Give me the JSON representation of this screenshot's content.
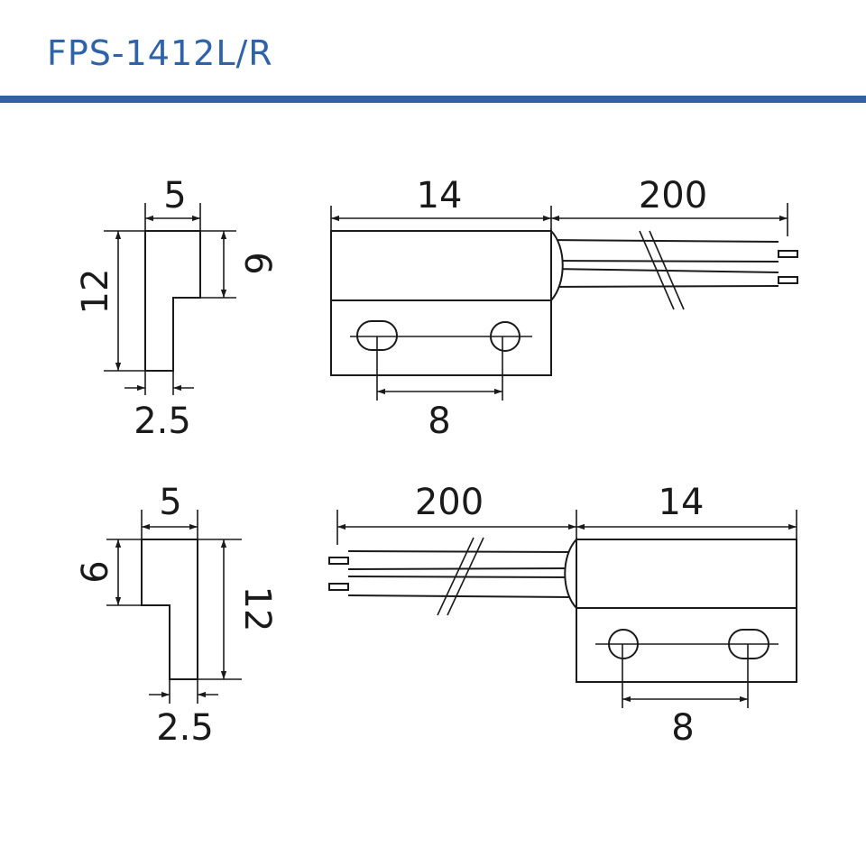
{
  "title": "FPS-1412L/R",
  "colors": {
    "accent": "#2e63a8",
    "line": "#1a1a1a"
  },
  "top": {
    "profile": {
      "width": "5",
      "height": "12",
      "step": "6",
      "thickness": "2.5"
    },
    "body": {
      "length": "14",
      "lead": "200",
      "hole_pitch": "8"
    }
  },
  "bottom": {
    "profile": {
      "width": "5",
      "height": "12",
      "step": "6",
      "thickness": "2.5"
    },
    "body": {
      "length": "14",
      "lead": "200",
      "hole_pitch": "8"
    }
  }
}
